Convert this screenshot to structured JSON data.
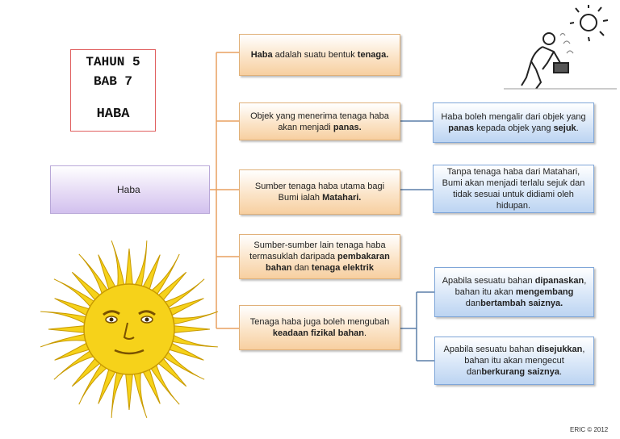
{
  "title": {
    "line1": "TAHUN 5",
    "line2": "BAB 7",
    "line3": "HABA"
  },
  "root": {
    "label": "Haba"
  },
  "branches": [
    {
      "parts": [
        [
          "b",
          "Haba"
        ],
        [
          "t",
          " adalah suatu bentuk "
        ],
        [
          "b",
          "tenaga."
        ]
      ]
    },
    {
      "parts": [
        [
          "t",
          "Objek yang menerima tenaga haba akan menjadi "
        ],
        [
          "b",
          "panas."
        ]
      ]
    },
    {
      "parts": [
        [
          "t",
          "Sumber tenaga haba utama bagi Bumi ialah "
        ],
        [
          "b",
          "Matahari."
        ]
      ]
    },
    {
      "parts": [
        [
          "t",
          "Sumber-sumber lain tenaga haba termasuklah daripada "
        ],
        [
          "b",
          "pembakaran bahan"
        ],
        [
          "t",
          " dan "
        ],
        [
          "b",
          "tenaga elektrik"
        ]
      ]
    },
    {
      "parts": [
        [
          "t",
          "Tenaga haba juga boleh mengubah "
        ],
        [
          "b",
          "keadaan fizikal bahan"
        ],
        [
          "t",
          "."
        ]
      ]
    }
  ],
  "details": [
    {
      "parts": [
        [
          "t",
          "Haba boleh mengalir dari objek yang "
        ],
        [
          "b",
          "panas"
        ],
        [
          "t",
          " kepada objek yang "
        ],
        [
          "b",
          "sejuk"
        ],
        [
          "t",
          "."
        ]
      ]
    },
    {
      "parts": [
        [
          "t",
          "Tanpa tenaga haba dari Matahari, Bumi akan menjadi terlalu sejuk dan tidak sesuai untuk didiami oleh hidupan."
        ]
      ]
    },
    {
      "parts": [
        [
          "t",
          "Apabila sesuatu bahan "
        ],
        [
          "b",
          "dipanaskan"
        ],
        [
          "t",
          ", bahan itu akan "
        ],
        [
          "b",
          "mengembang"
        ],
        [
          "t",
          " dan"
        ],
        [
          "b",
          "bertambah saiznya."
        ]
      ]
    },
    {
      "parts": [
        [
          "t",
          "Apabila sesuatu bahan "
        ],
        [
          "b",
          "disejukkan"
        ],
        [
          "t",
          ", bahan itu akan mengecut dan"
        ],
        [
          "b",
          "berkurang saiznya"
        ],
        [
          "t",
          "."
        ]
      ]
    }
  ],
  "footer": "ERIC © 2012",
  "colors": {
    "orange_box": "#fbe4c8",
    "blue_box": "#d9e7f8",
    "purple_box": "#e6dbf5",
    "branch_line": "#e8a060",
    "detail_line": "#5b7fa8",
    "sun_yellow": "#f6d21a"
  },
  "icons": [
    "sun-face-illustration",
    "worker-in-sun-illustration"
  ]
}
